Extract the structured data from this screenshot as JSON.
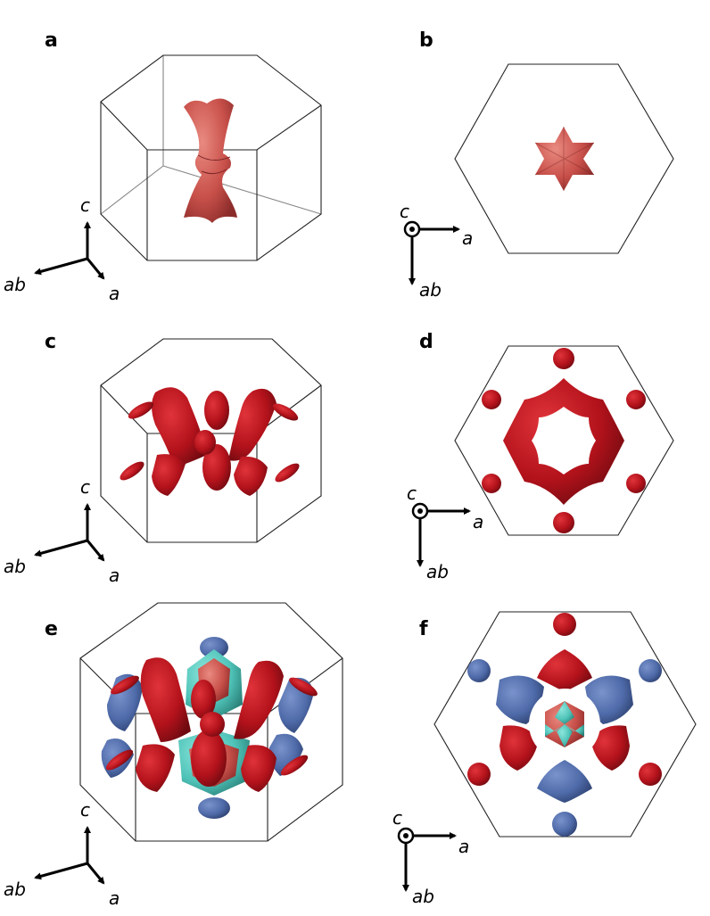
{
  "panels": [
    {
      "letter": "a",
      "view": "perspective"
    },
    {
      "letter": "b",
      "view": "top"
    },
    {
      "letter": "c",
      "view": "perspective"
    },
    {
      "letter": "d",
      "view": "top"
    },
    {
      "letter": "e",
      "view": "perspective"
    },
    {
      "letter": "f",
      "view": "top"
    }
  ],
  "axes": {
    "c": "c",
    "a": "a",
    "ab": "ab"
  },
  "colors": {
    "salmon": "#c8504a",
    "dark_red": "#b3121b",
    "blue": "#4e6aa8",
    "cyan": "#4fc3b8",
    "frame": "#222222"
  }
}
